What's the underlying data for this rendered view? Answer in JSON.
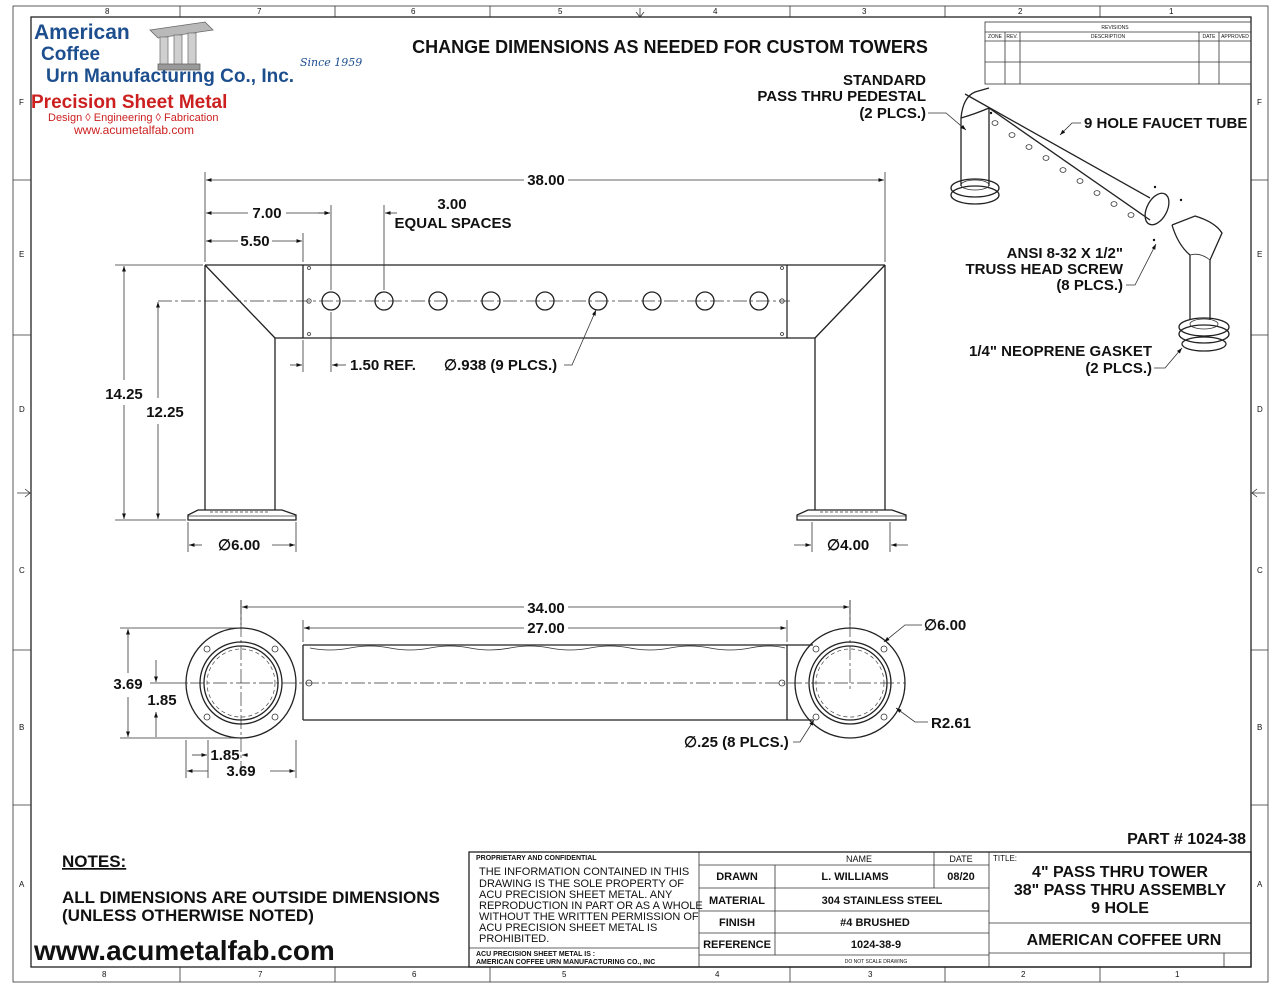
{
  "border": {
    "top_zones": [
      "8",
      "7",
      "6",
      "5",
      "4",
      "3",
      "2",
      "1"
    ],
    "side_zones": [
      "F",
      "E",
      "D",
      "C",
      "B",
      "A"
    ]
  },
  "logo": {
    "line1": "American",
    "line2": "Coffee",
    "line3": "Urn Manufacturing Co., Inc.",
    "since": "Since 1959",
    "psm": "Precision Sheet Metal",
    "services": "Design ◊ Engineering ◊ Fabrication",
    "url": "www.acumetalfab.com"
  },
  "heading": "CHANGE DIMENSIONS AS NEEDED FOR CUSTOM TOWERS",
  "revisions": {
    "title": "REVISIONS",
    "cols": [
      "ZONE",
      "REV.",
      "DESCRIPTION",
      "DATE",
      "APPROVED"
    ]
  },
  "front_view": {
    "dim_overall": "38.00",
    "dim_first_hole": "7.00",
    "dim_spacing": "3.00",
    "dim_spacing_note": "EQUAL SPACES",
    "dim_tube_start": "5.50",
    "dim_height": "14.25",
    "dim_hole_height": "12.25",
    "dim_ref": "1.50 REF.",
    "hole_callout": "∅.938 (9 PLCS.)",
    "base_left": "∅6.00",
    "base_right": "∅4.00"
  },
  "top_view": {
    "dim_overall": "34.00",
    "dim_tube": "27.00",
    "dim_v_big": "3.69",
    "dim_v_small": "1.85",
    "dim_h_small": "1.85",
    "dim_h_big": "3.69",
    "flange_dia": "∅6.00",
    "radius": "R2.61",
    "bolt_holes": "∅.25 (8 PLCS.)"
  },
  "iso_callouts": {
    "pedestal_1": "STANDARD",
    "pedestal_2": "PASS THRU PEDESTAL",
    "pedestal_3": "(2 PLCS.)",
    "faucet_tube": "9 HOLE FAUCET TUBE",
    "screw_1": "ANSI 8-32 X 1/2\"",
    "screw_2": "TRUSS HEAD SCREW",
    "screw_3": "(8 PLCS.)",
    "gasket_1": "1/4\" NEOPRENE GASKET",
    "gasket_2": "(2 PLCS.)"
  },
  "part_number": "PART # 1024-38",
  "notes": {
    "title": "NOTES:",
    "line1": "ALL DIMENSIONS ARE OUTSIDE DIMENSIONS",
    "line2": "(UNLESS OTHERWISE NOTED)"
  },
  "footer_url": "www.acumetalfab.com",
  "title_block": {
    "prop_title": "PROPRIETARY AND CONFIDENTIAL",
    "prop_lines": [
      "THE INFORMATION CONTAINED IN THIS",
      "DRAWING IS THE SOLE PROPERTY OF",
      "ACU PRECISION SHEET METAL.  ANY",
      "REPRODUCTION IN PART OR AS A WHOLE",
      "WITHOUT THE WRITTEN PERMISSION OF",
      "ACU PRECISION SHEET METAL IS",
      "PROHIBITED."
    ],
    "prop_foot1": "ACU PRECISION SHEET METAL IS :",
    "prop_foot2": "AMERICAN COFFEE URN MANUFACTURING CO., INC",
    "col_name": "NAME",
    "col_date": "DATE",
    "drawn_label": "DRAWN",
    "drawn_name": "L. WILLIAMS",
    "drawn_date": "08/20",
    "material_label": "MATERIAL",
    "material": "304 STAINLESS STEEL",
    "finish_label": "FINISH",
    "finish": "#4 BRUSHED",
    "reference_label": "REFERENCE",
    "reference": "1024-38-9",
    "no_scale": "DO NOT SCALE DRAWING",
    "title_label": "TITLE:",
    "title_line1": "4\" PASS THRU TOWER",
    "title_line2": "38\" PASS THRU ASSEMBLY",
    "title_line3": "9 HOLE",
    "company": "AMERICAN COFFEE URN"
  }
}
